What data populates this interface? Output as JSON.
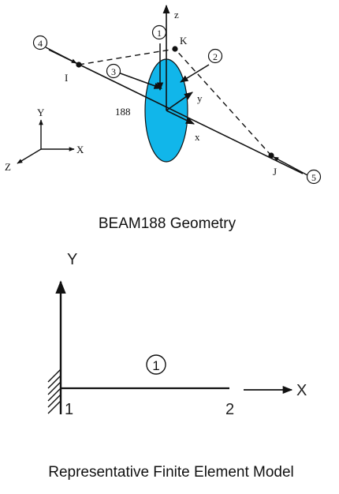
{
  "top_figure": {
    "caption": "BEAM188 Geometry",
    "element_label": "188",
    "node_labels": {
      "i": "I",
      "j": "J",
      "k": "K"
    },
    "element_axes": {
      "x": "x",
      "y": "y",
      "z": "z"
    },
    "global_axes": {
      "x": "X",
      "y": "Y",
      "z": "Z"
    },
    "face_markers": [
      "1",
      "2",
      "3",
      "4",
      "5"
    ],
    "colors": {
      "cross_section": "#11b6ea",
      "line": "#111111"
    }
  },
  "bottom_figure": {
    "caption": "Representative Finite Element Model",
    "axes": {
      "x": "X",
      "y": "Y"
    },
    "element_label": "1",
    "node_labels": [
      "1",
      "2"
    ]
  }
}
